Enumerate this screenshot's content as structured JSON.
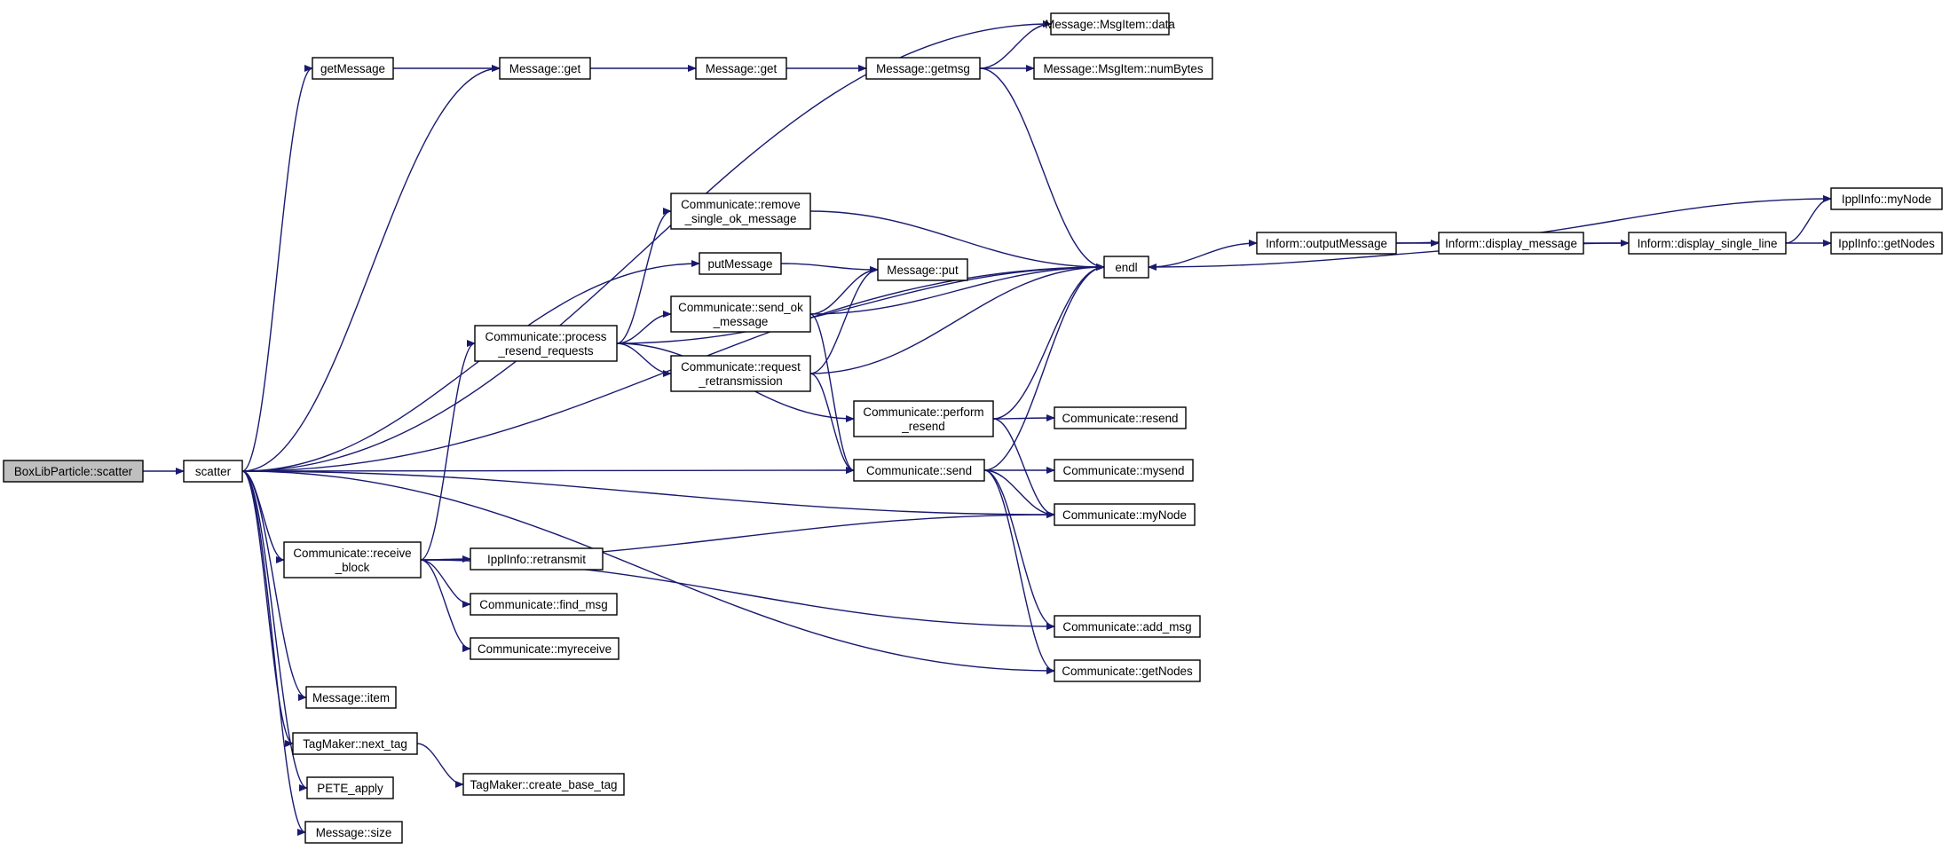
{
  "nodes": [
    {
      "id": "n0",
      "lines": [
        "BoxLibParticle::scatter"
      ],
      "root": true
    },
    {
      "id": "n1",
      "lines": [
        "scatter"
      ]
    },
    {
      "id": "n2",
      "lines": [
        "getMessage"
      ]
    },
    {
      "id": "n3",
      "lines": [
        "Message::get"
      ]
    },
    {
      "id": "n4",
      "lines": [
        "Message::get"
      ]
    },
    {
      "id": "n5",
      "lines": [
        "Message::getmsg"
      ]
    },
    {
      "id": "n6",
      "lines": [
        "Message::MsgItem::data"
      ]
    },
    {
      "id": "n7",
      "lines": [
        "Message::MsgItem::numBytes"
      ]
    },
    {
      "id": "n8",
      "lines": [
        "endl"
      ]
    },
    {
      "id": "n9",
      "lines": [
        "Inform::outputMessage"
      ]
    },
    {
      "id": "n10",
      "lines": [
        "Inform::display_message"
      ]
    },
    {
      "id": "n11",
      "lines": [
        "Inform::display_single_line"
      ]
    },
    {
      "id": "n12",
      "lines": [
        "IpplInfo::myNode"
      ]
    },
    {
      "id": "n13",
      "lines": [
        "IpplInfo::getNodes"
      ]
    },
    {
      "id": "n14",
      "lines": [
        "Communicate::remove",
        "_single_ok_message"
      ]
    },
    {
      "id": "n15",
      "lines": [
        "putMessage"
      ]
    },
    {
      "id": "n16",
      "lines": [
        "Message::put"
      ]
    },
    {
      "id": "n17",
      "lines": [
        "Communicate::send_ok",
        "_message"
      ]
    },
    {
      "id": "n18",
      "lines": [
        "Communicate::process",
        "_resend_requests"
      ]
    },
    {
      "id": "n19",
      "lines": [
        "Communicate::request",
        "_retransmission"
      ]
    },
    {
      "id": "n20",
      "lines": [
        "Communicate::perform",
        "_resend"
      ]
    },
    {
      "id": "n21",
      "lines": [
        "Communicate::resend"
      ]
    },
    {
      "id": "n22",
      "lines": [
        "Communicate::send"
      ]
    },
    {
      "id": "n23",
      "lines": [
        "Communicate::mysend"
      ]
    },
    {
      "id": "n24",
      "lines": [
        "Communicate::myNode"
      ]
    },
    {
      "id": "n25",
      "lines": [
        "Communicate::receive",
        "_block"
      ]
    },
    {
      "id": "n26",
      "lines": [
        "IpplInfo::retransmit"
      ]
    },
    {
      "id": "n27",
      "lines": [
        "Communicate::find_msg"
      ]
    },
    {
      "id": "n28",
      "lines": [
        "Communicate::myreceive"
      ]
    },
    {
      "id": "n29",
      "lines": [
        "Communicate::add_msg"
      ]
    },
    {
      "id": "n30",
      "lines": [
        "Communicate::getNodes"
      ]
    },
    {
      "id": "n31",
      "lines": [
        "Message::item"
      ]
    },
    {
      "id": "n32",
      "lines": [
        "TagMaker::next_tag"
      ]
    },
    {
      "id": "n33",
      "lines": [
        "TagMaker::create_base_tag"
      ]
    },
    {
      "id": "n34",
      "lines": [
        "PETE_apply"
      ]
    },
    {
      "id": "n35",
      "lines": [
        "Message::size"
      ]
    }
  ],
  "edges": [
    [
      "n0",
      "n1"
    ],
    [
      "n1",
      "n2"
    ],
    [
      "n1",
      "n3"
    ],
    [
      "n1",
      "n6"
    ],
    [
      "n1",
      "n8"
    ],
    [
      "n1",
      "n15"
    ],
    [
      "n1",
      "n22"
    ],
    [
      "n1",
      "n24"
    ],
    [
      "n1",
      "n25"
    ],
    [
      "n1",
      "n30"
    ],
    [
      "n1",
      "n31"
    ],
    [
      "n1",
      "n32"
    ],
    [
      "n1",
      "n34"
    ],
    [
      "n1",
      "n35"
    ],
    [
      "n2",
      "n3"
    ],
    [
      "n3",
      "n4"
    ],
    [
      "n4",
      "n5"
    ],
    [
      "n5",
      "n6"
    ],
    [
      "n5",
      "n7"
    ],
    [
      "n5",
      "n8"
    ],
    [
      "n8",
      "n9"
    ],
    [
      "n9",
      "n10"
    ],
    [
      "n9",
      "n12"
    ],
    [
      "n10",
      "n11"
    ],
    [
      "n11",
      "n8"
    ],
    [
      "n11",
      "n12"
    ],
    [
      "n11",
      "n13"
    ],
    [
      "n14",
      "n8"
    ],
    [
      "n15",
      "n16"
    ],
    [
      "n17",
      "n8"
    ],
    [
      "n17",
      "n16"
    ],
    [
      "n17",
      "n22"
    ],
    [
      "n18",
      "n8"
    ],
    [
      "n18",
      "n14"
    ],
    [
      "n18",
      "n17"
    ],
    [
      "n18",
      "n19"
    ],
    [
      "n18",
      "n20"
    ],
    [
      "n19",
      "n8"
    ],
    [
      "n19",
      "n16"
    ],
    [
      "n19",
      "n22"
    ],
    [
      "n20",
      "n8"
    ],
    [
      "n20",
      "n21"
    ],
    [
      "n20",
      "n24"
    ],
    [
      "n22",
      "n8"
    ],
    [
      "n22",
      "n23"
    ],
    [
      "n22",
      "n24"
    ],
    [
      "n22",
      "n29"
    ],
    [
      "n22",
      "n30"
    ],
    [
      "n25",
      "n18"
    ],
    [
      "n25",
      "n26"
    ],
    [
      "n25",
      "n27"
    ],
    [
      "n25",
      "n28"
    ],
    [
      "n25",
      "n24"
    ],
    [
      "n25",
      "n29"
    ],
    [
      "n32",
      "n33"
    ]
  ]
}
